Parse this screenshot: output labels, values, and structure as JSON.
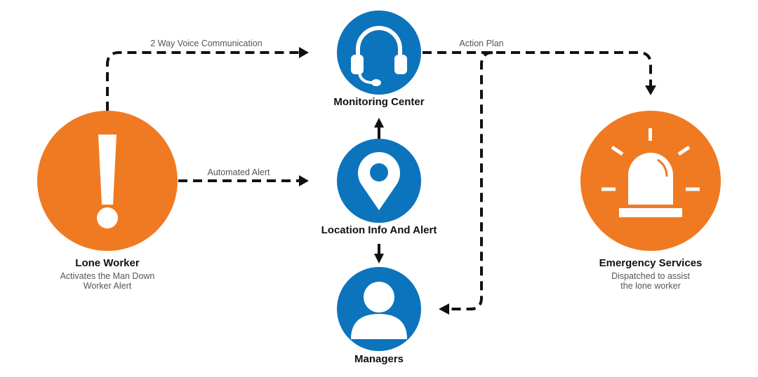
{
  "colors": {
    "orange": "#F07A22",
    "blue": "#0C74BC",
    "arrow": "#111111",
    "icon": "#ffffff"
  },
  "nodes": {
    "lone_worker": {
      "title": "Lone Worker",
      "subtitle_line1": "Activates the Man Down",
      "subtitle_line2": "Worker Alert",
      "icon": "exclamation-icon"
    },
    "monitoring_center": {
      "title": "Monitoring Center",
      "icon": "headset-icon"
    },
    "location_info": {
      "title": "Location Info And Alert",
      "icon": "map-pin-icon"
    },
    "managers": {
      "title": "Managers",
      "icon": "user-icon"
    },
    "emergency_services": {
      "title": "Emergency Services",
      "subtitle_line1": "Dispatched to assist",
      "subtitle_line2": "the lone worker",
      "icon": "siren-icon"
    }
  },
  "edges": {
    "voice": {
      "label": "2 Way Voice Communication"
    },
    "alert": {
      "label": "Automated Alert"
    },
    "plan": {
      "label": "Action Plan"
    }
  }
}
